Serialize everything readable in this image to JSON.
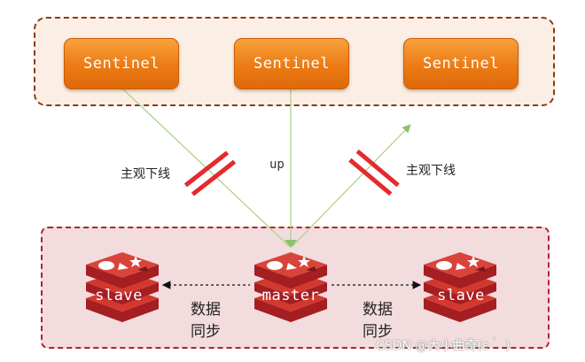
{
  "sentinels": [
    {
      "label": "Sentinel"
    },
    {
      "label": "Sentinel"
    },
    {
      "label": "Sentinel"
    }
  ],
  "edges": {
    "left_label": "主观下线",
    "middle_label": "up",
    "right_label": "主观下线"
  },
  "nodes": {
    "left": "slave",
    "center": "master",
    "right": "slave"
  },
  "sync": {
    "left": [
      "数据",
      "同步"
    ],
    "right": [
      "数据",
      "同步"
    ]
  },
  "watermark": "CSDN @大小曲奇(ε｀ )",
  "colors": {
    "sentinel_fill": "#ec7a14",
    "sentinel_group_border": "#8a3b12",
    "redis_group_border": "#b0242a",
    "redis_red": "#c6302b",
    "link_line": "#a8cf86",
    "offline_marker": "#e52a2f"
  }
}
